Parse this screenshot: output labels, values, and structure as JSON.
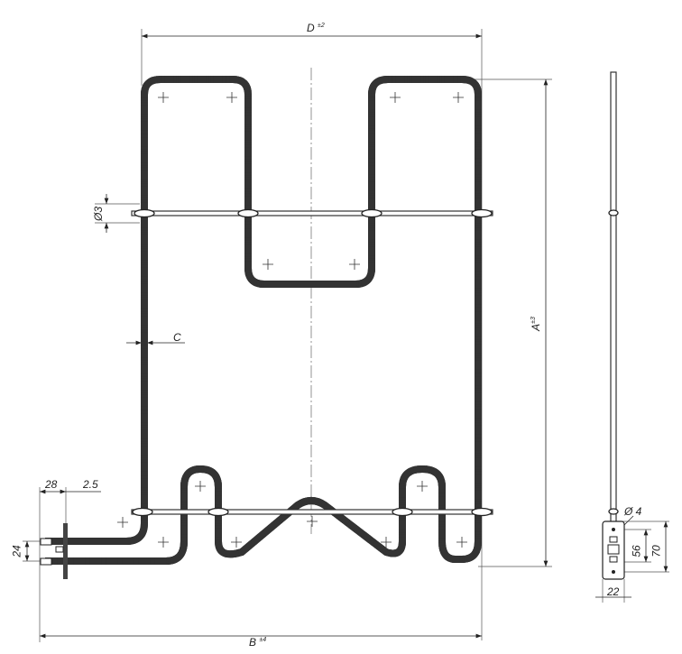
{
  "drawing": {
    "dimensions": {
      "D": {
        "letter": "D",
        "tolerance": "±2"
      },
      "A": {
        "letter": "A",
        "tolerance": "±3"
      },
      "B": {
        "letter": "B",
        "tolerance": "±4"
      },
      "C": "C",
      "tube_diameter": "Ø3",
      "terminal_length": "28",
      "flange_offset": "2.5",
      "terminal_spacing": "24",
      "hole_diameter": "Ø 4",
      "bracket_hole_spacing": "56",
      "bracket_height": "70",
      "bracket_width": "22"
    }
  }
}
